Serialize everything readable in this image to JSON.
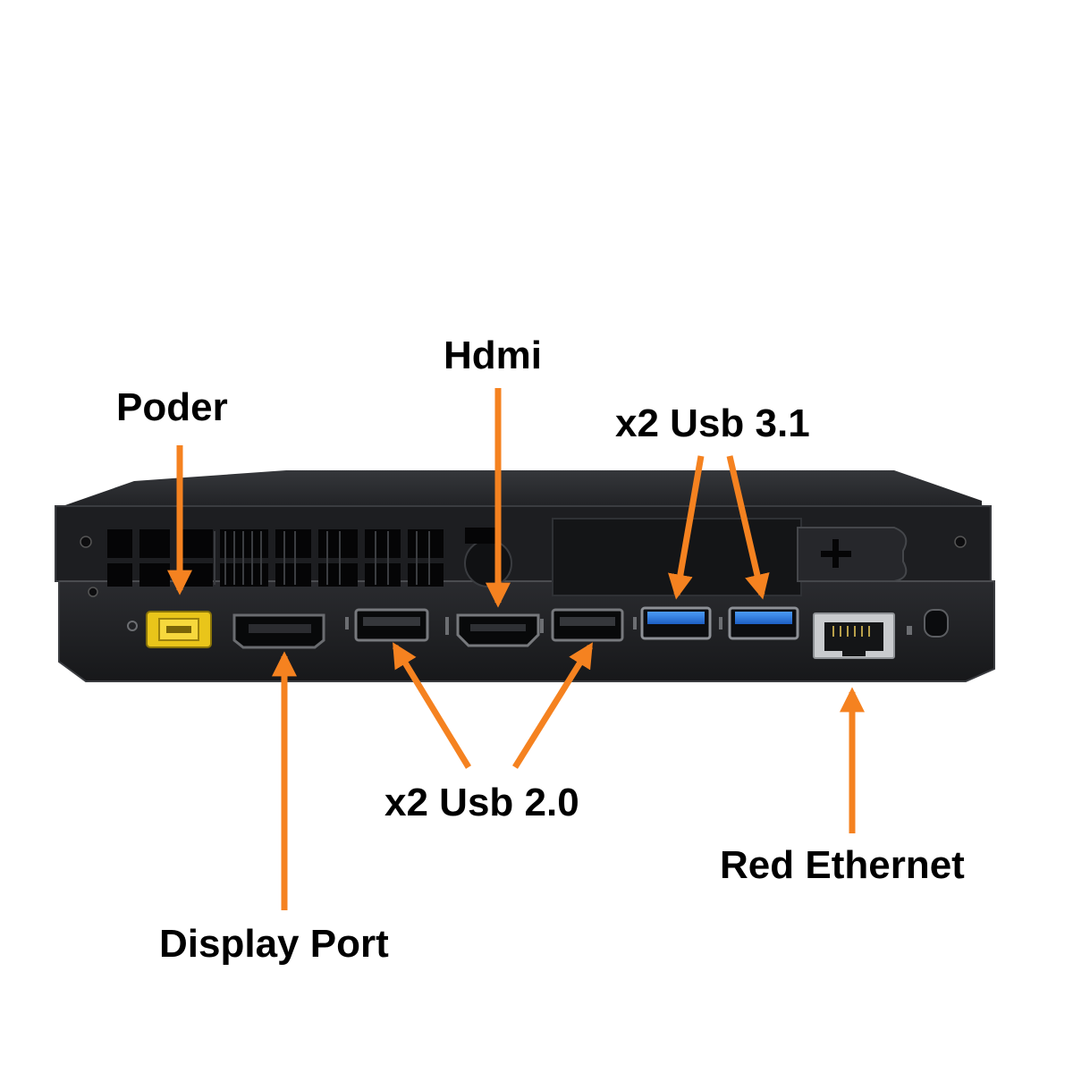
{
  "labels": {
    "power": "Poder",
    "hdmi": "Hdmi",
    "usb31": "x2 Usb 3.1",
    "usb20": "x2 Usb 2.0",
    "ethernet": "Red Ethernet",
    "displayport": "Display Port"
  },
  "colors": {
    "arrow": "#f58220",
    "chassis": "#1c1d20",
    "power_port": "#e9c51a",
    "usb31_port": "#2c7be0",
    "text": "#000000",
    "background": "#ffffff"
  }
}
